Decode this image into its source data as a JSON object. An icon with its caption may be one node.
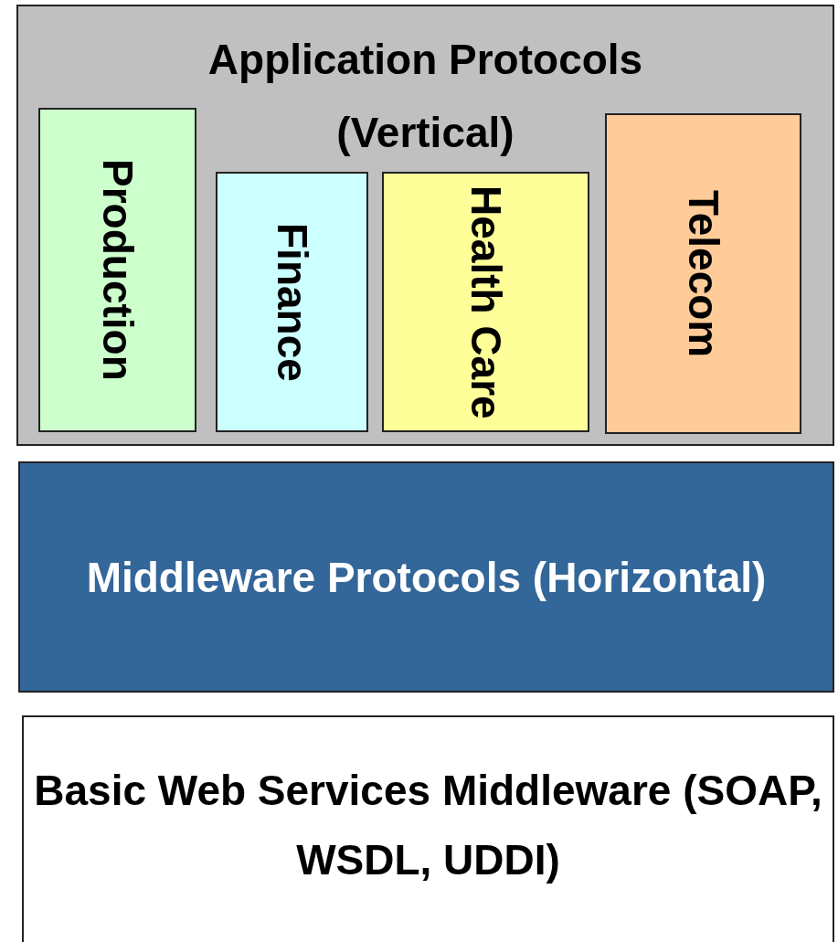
{
  "diagram": {
    "nodes": [
      {
        "text": [
          "Application Protocols (Vertical)"
        ]
      },
      {
        "text": [
          "Production"
        ],
        "in": 0
      },
      {
        "text": [
          "Finance"
        ],
        "in": 0
      },
      {
        "text": [
          "Health Care"
        ],
        "in": 0
      },
      {
        "text": [
          "Telecom"
        ],
        "in": 0
      },
      {
        "text": [
          "Middleware Protocols (Horizontal)"
        ]
      },
      {
        "text": [
          "Basic Web Services Middleware (SOAP, WSDL, UDDI)"
        ]
      }
    ]
  }
}
